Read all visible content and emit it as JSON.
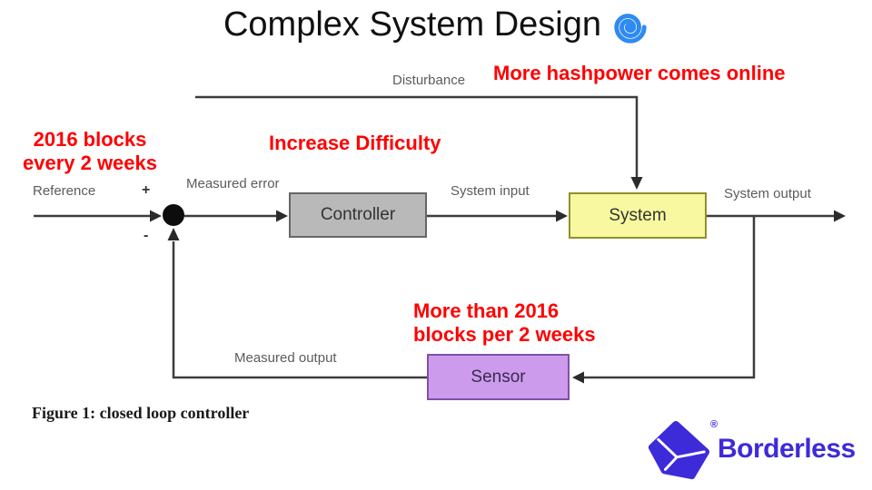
{
  "title": {
    "text": "Complex System Design",
    "icon": "cyclone-spiral-icon",
    "icon_color": "#2e8bf0"
  },
  "diagram": {
    "line_color": "#3c3c3c",
    "labels": {
      "reference": "Reference",
      "plus": "+",
      "minus": "-",
      "measured_error": "Measured error",
      "system_input": "System input",
      "system_output": "System output",
      "disturbance": "Disturbance",
      "measured_output": "Measured output"
    },
    "blocks": {
      "controller": {
        "label": "Controller",
        "fill": "#b9b9b9",
        "border": "#666666"
      },
      "system": {
        "label": "System",
        "fill": "#f8f8a0",
        "border": "#90902e"
      },
      "sensor": {
        "label": "Sensor",
        "fill": "#cd9bec",
        "border": "#8050a8"
      }
    },
    "caption": "Figure 1: closed loop controller"
  },
  "annotations": {
    "color": "#ff0000",
    "reference_note": {
      "line1": "2016 blocks",
      "line2": "every 2 weeks"
    },
    "controller_note": "Increase Difficulty",
    "disturbance_note": "More hashpower comes online",
    "sensor_note": {
      "line1": "More than 2016",
      "line2": "blocks per 2 weeks"
    }
  },
  "logo": {
    "name": "Borderless",
    "registered_mark": "®",
    "color": "#3d2bd9"
  }
}
